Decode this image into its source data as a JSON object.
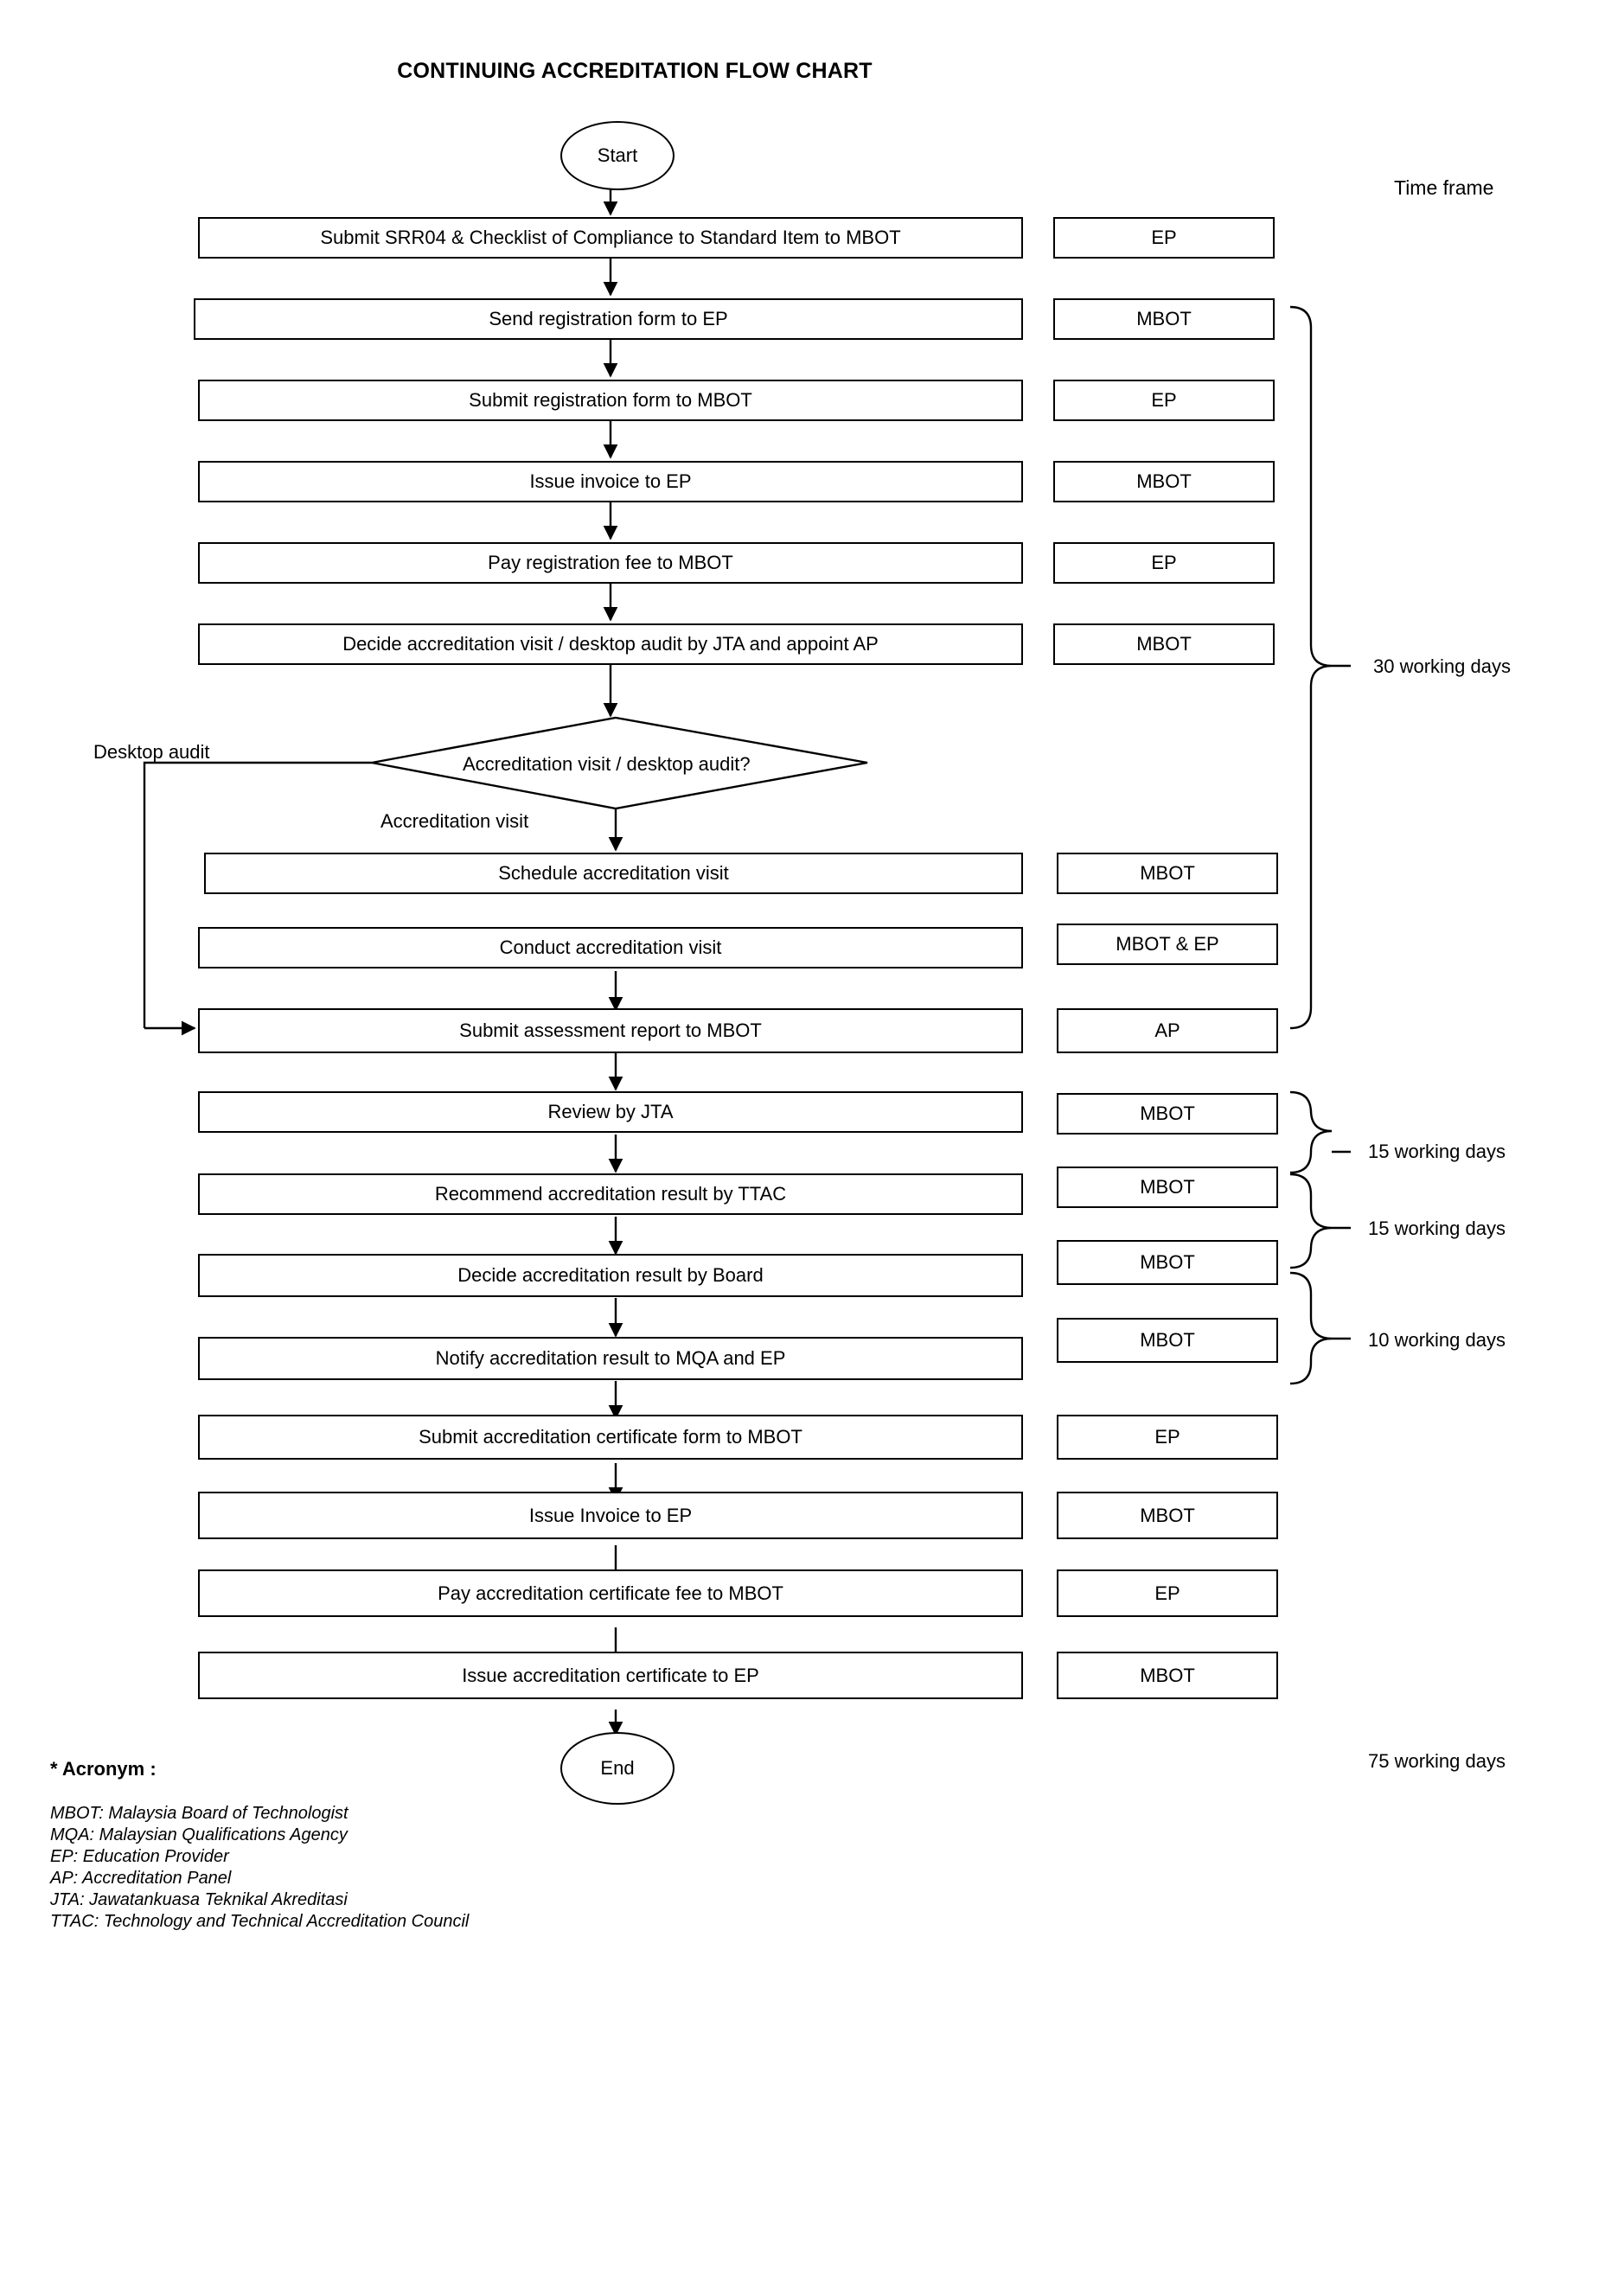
{
  "title": "CONTINUING ACCREDITATION FLOW CHART",
  "terminators": {
    "start": "Start",
    "end": "End"
  },
  "timeframe_header": "Time frame",
  "decision": {
    "label": "Accreditation visit / desktop audit?",
    "branch_left": "Desktop audit",
    "branch_down": "Accreditation visit"
  },
  "steps": [
    {
      "text": "Submit SRR04 & Checklist of Compliance to Standard Item to MBOT",
      "actor": "EP"
    },
    {
      "text": "Send registration form to EP",
      "actor": "MBOT"
    },
    {
      "text": "Submit registration form to MBOT",
      "actor": "EP"
    },
    {
      "text": "Issue invoice to EP",
      "actor": "MBOT"
    },
    {
      "text": "Pay registration fee to MBOT",
      "actor": "EP"
    },
    {
      "text": "Decide accreditation visit / desktop audit by JTA and appoint AP",
      "actor": "MBOT"
    },
    {
      "text": "Schedule accreditation visit",
      "actor": "MBOT"
    },
    {
      "text": "Conduct accreditation visit",
      "actor": "MBOT & EP"
    },
    {
      "text": "Submit assessment report to MBOT",
      "actor": "AP"
    },
    {
      "text": "Review by JTA",
      "actor": "MBOT"
    },
    {
      "text": "Recommend accreditation result by TTAC",
      "actor": "MBOT"
    },
    {
      "text": "Decide accreditation result by Board",
      "actor": "MBOT"
    },
    {
      "text": "Notify accreditation result to MQA and EP",
      "actor": "MBOT"
    },
    {
      "text": "Submit accreditation certificate form to MBOT",
      "actor": "EP"
    },
    {
      "text": "Issue Invoice to EP",
      "actor": "MBOT"
    },
    {
      "text": "Pay accreditation certificate fee to MBOT",
      "actor": "EP"
    },
    {
      "text": "Issue accreditation certificate to EP",
      "actor": "MBOT"
    }
  ],
  "timeframes": [
    {
      "label": "30 working days"
    },
    {
      "label": "15 working days"
    },
    {
      "label": "15 working days"
    },
    {
      "label": "10 working days"
    }
  ],
  "total_timeframe": "75 working days",
  "acronym": {
    "heading": "* Acronym :",
    "items": [
      "MBOT: Malaysia Board of Technologist",
      "MQA: Malaysian Qualifications Agency",
      "EP: Education Provider",
      "AP: Accreditation Panel",
      "JTA: Jawatankuasa Teknikal Akreditasi",
      "TTAC: Technology and Technical Accreditation Council"
    ]
  },
  "colors": {
    "ink": "#000000",
    "paper": "#ffffff"
  }
}
